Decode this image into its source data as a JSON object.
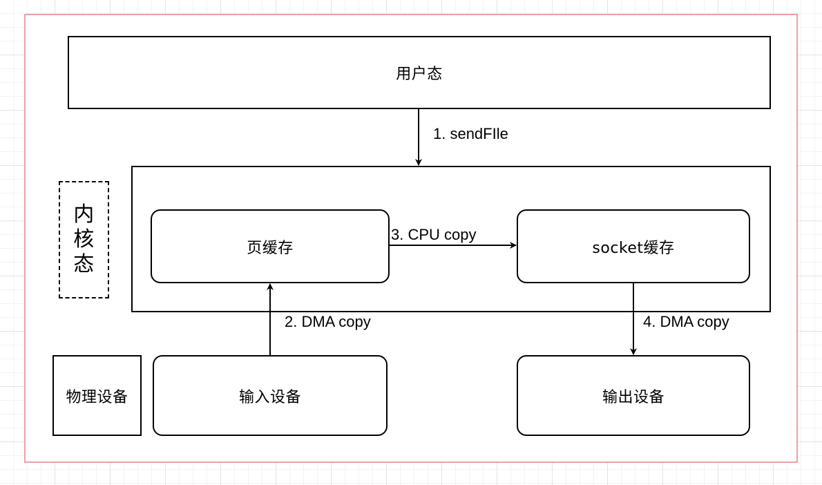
{
  "user_mode": {
    "label": "用户态"
  },
  "kernel_mode": {
    "label": "内核态",
    "chars": [
      "内",
      "核",
      "态"
    ]
  },
  "physical_devices": {
    "label": "物理设备"
  },
  "page_cache": {
    "label": "页缓存"
  },
  "socket_cache": {
    "label": "socket缓存"
  },
  "input_device": {
    "label": "输入设备"
  },
  "output_device": {
    "label": "输出设备"
  },
  "steps": {
    "step1": "1. sendFIle",
    "step2": "2. DMA copy",
    "step3": "3. CPU copy",
    "step4": "4. DMA copy"
  },
  "colors": {
    "frame_border": "#f0a0a0",
    "line": "#000000"
  }
}
